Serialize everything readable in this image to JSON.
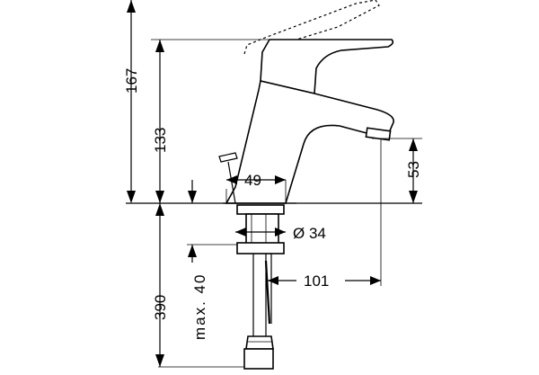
{
  "dimensions": {
    "height_total": "167",
    "height_body": "133",
    "spout_height": "53",
    "base_width": "49",
    "hole_diameter": "Ø 34",
    "deck_thickness": "max. 40",
    "projection": "101",
    "hose_length": "390"
  }
}
